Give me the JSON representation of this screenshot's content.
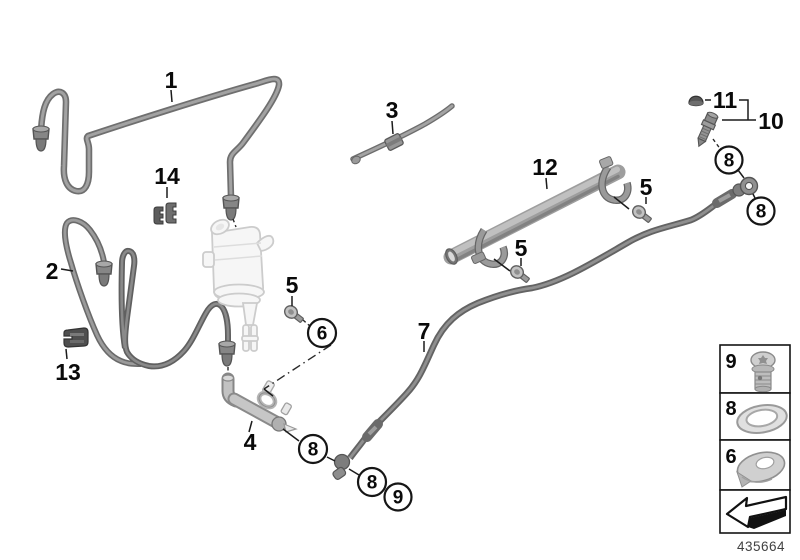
{
  "figure": {
    "part_number": "435664",
    "callouts": {
      "n1": "1",
      "n2": "2",
      "n3": "3",
      "n4": "4",
      "n5": "5",
      "n6": "6",
      "n7": "7",
      "n8": "8",
      "n9": "9",
      "n10": "10",
      "n11": "11",
      "n12": "12",
      "n13": "13",
      "n14": "14"
    },
    "legend": {
      "rows": [
        {
          "num": "9",
          "icon": "banjo-bolt"
        },
        {
          "num": "8",
          "icon": "sealing-washer"
        },
        {
          "num": "6",
          "icon": "retaining-clip"
        },
        {
          "num": "",
          "icon": "direction-arrow"
        }
      ]
    }
  }
}
